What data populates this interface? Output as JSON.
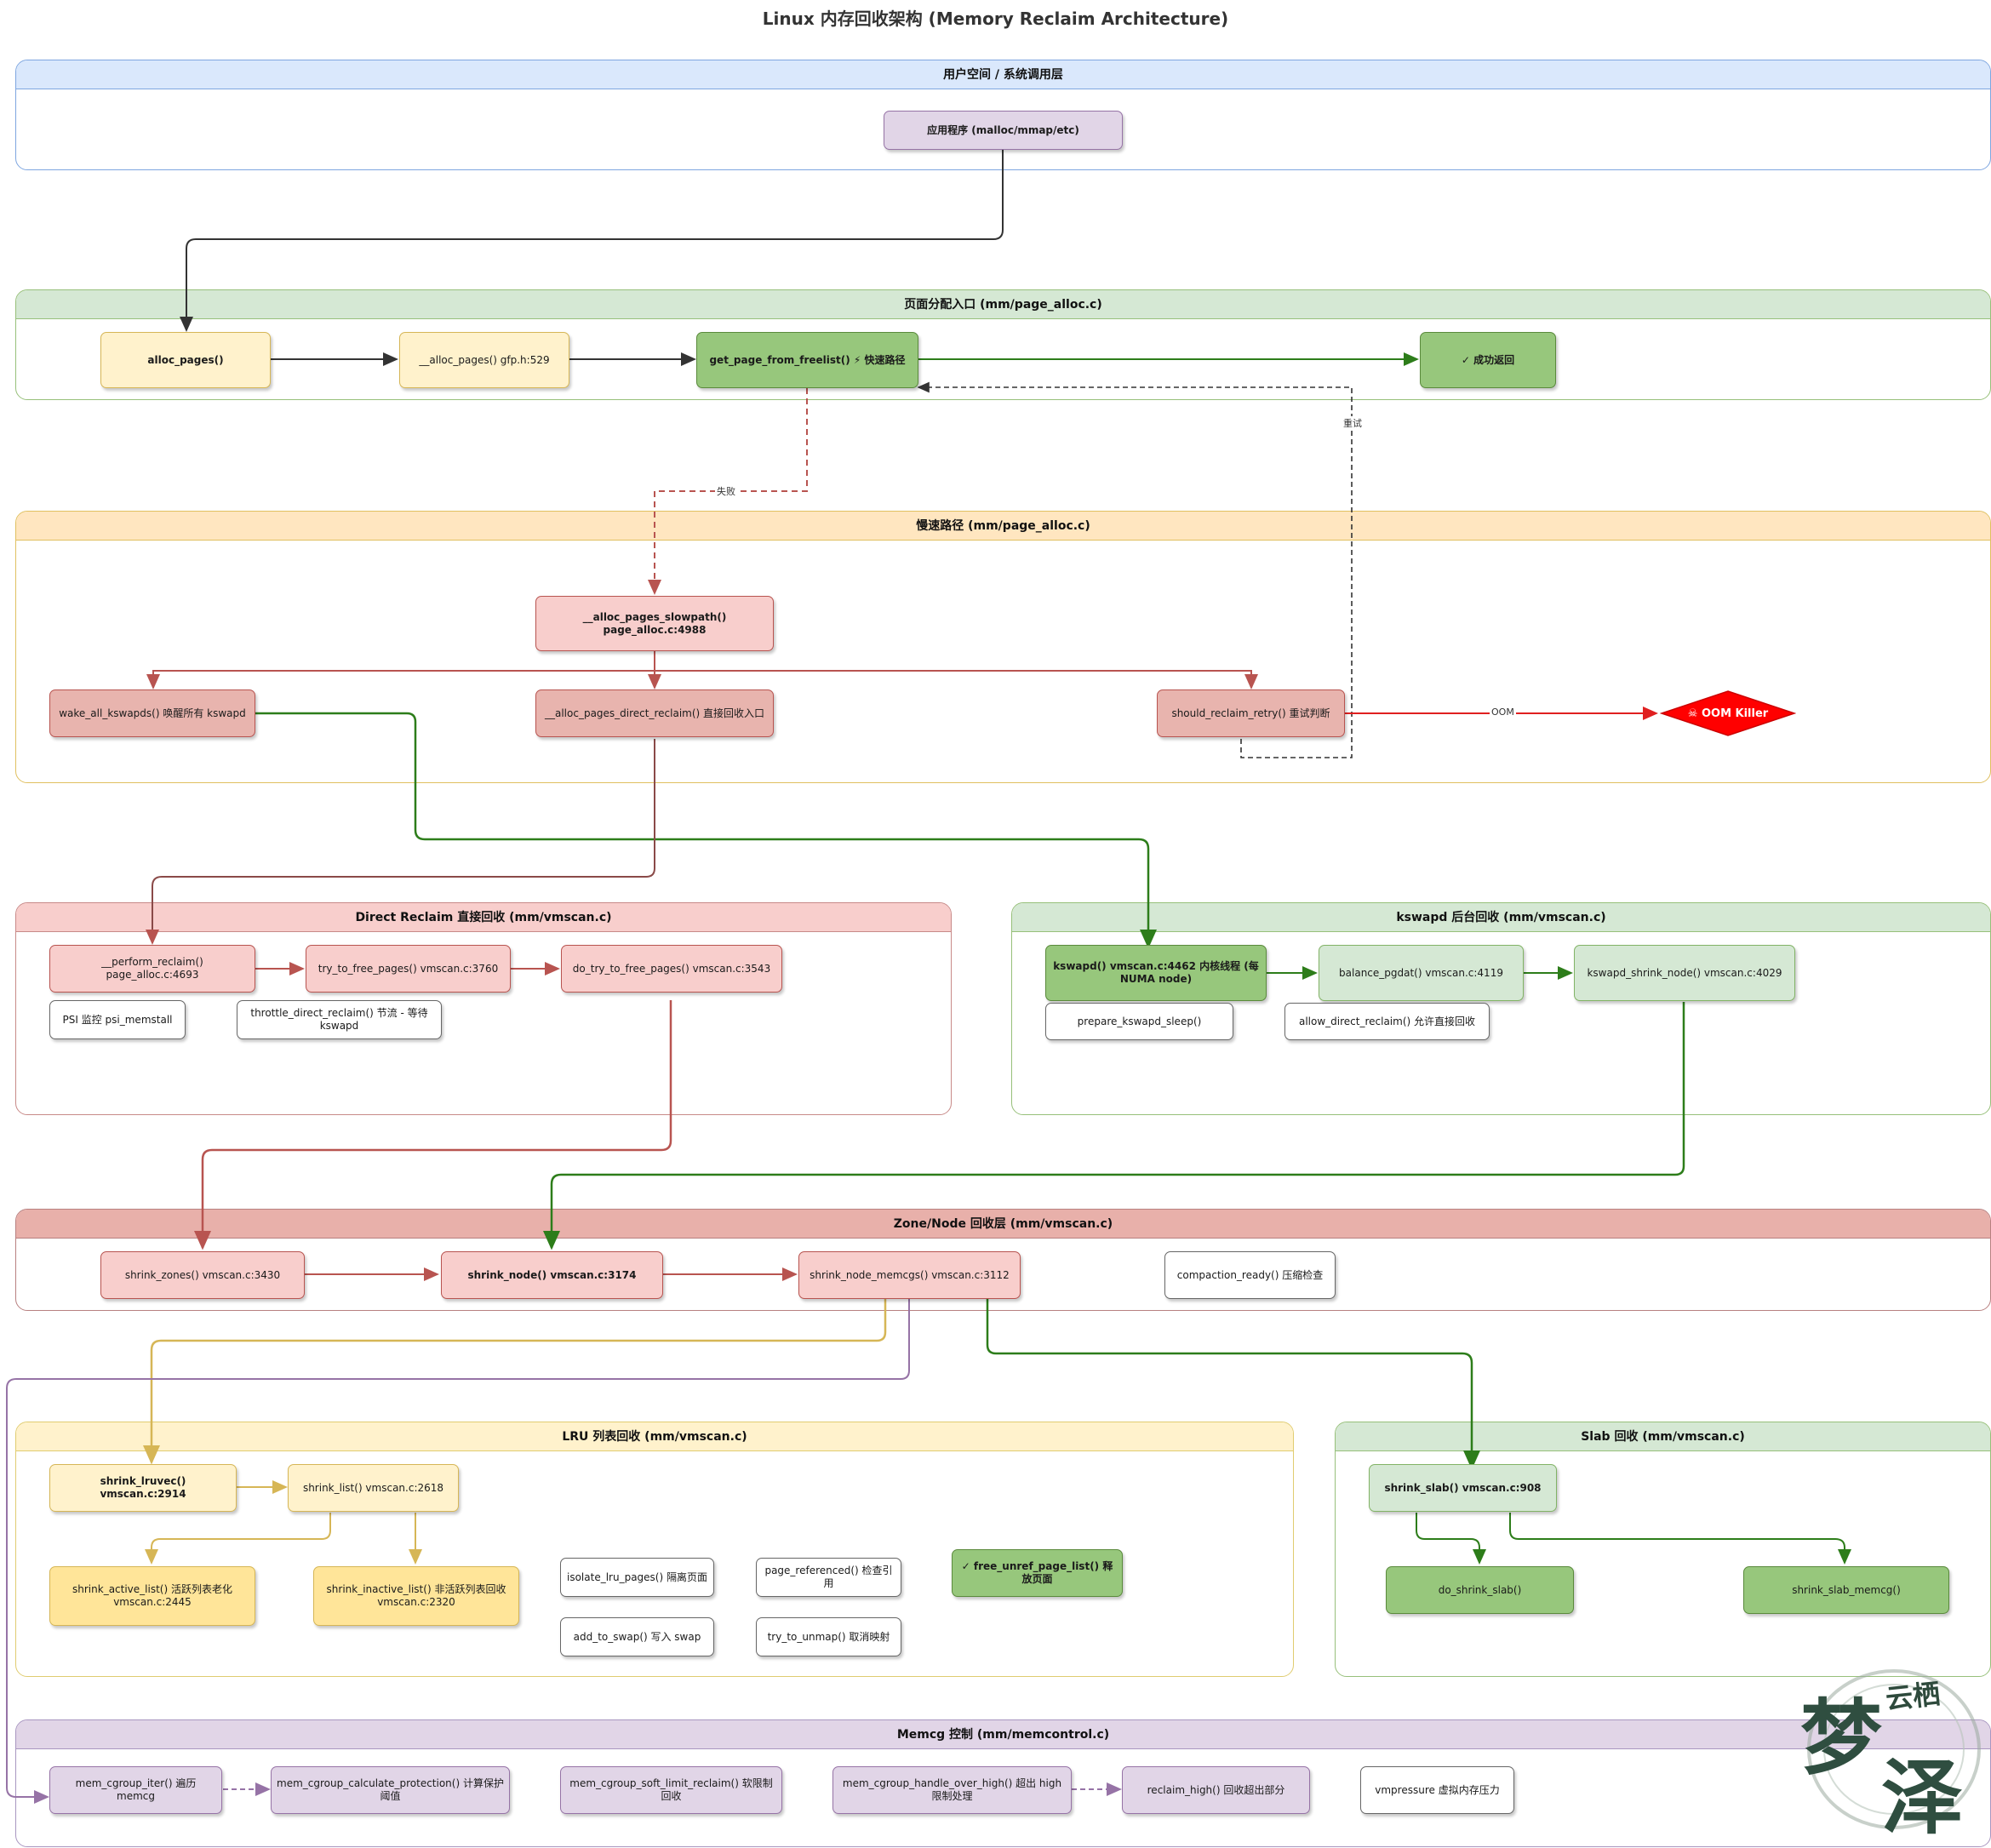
{
  "title": "Linux 内存回收架构 (Memory Reclaim Architecture)",
  "lanes": {
    "user": "用户空间 / 系统调用层",
    "alloc": "页面分配入口 (mm/page_alloc.c)",
    "slow": "慢速路径 (mm/page_alloc.c)",
    "direct": "Direct Reclaim 直接回收 (mm/vmscan.c)",
    "kswapd": "kswapd 后台回收 (mm/vmscan.c)",
    "zone": "Zone/Node 回收层 (mm/vmscan.c)",
    "lru": "LRU 列表回收 (mm/vmscan.c)",
    "slab": "Slab 回收 (mm/vmscan.c)",
    "memcg": "Memcg 控制 (mm/memcontrol.c)"
  },
  "nodes": {
    "app": "应用程序 (malloc/mmap/etc)",
    "alloc_pages": "alloc_pages()",
    "__alloc_pages": "__alloc_pages() gfp.h:529",
    "freelist": "get_page_from_freelist() ⚡ 快速路径",
    "success": "✓ 成功返回",
    "slowpath": "__alloc_pages_slowpath() page_alloc.c:4988",
    "wake_kswapd": "wake_all_kswapds() 唤醒所有 kswapd",
    "direct_reclaim": "__alloc_pages_direct_reclaim() 直接回收入口",
    "should_retry": "should_reclaim_retry() 重试判断",
    "oom": "☠ OOM Killer",
    "perform_reclaim": "__perform_reclaim() page_alloc.c:4693",
    "try_to_free": "try_to_free_pages() vmscan.c:3760",
    "do_try_to_free": "do_try_to_free_pages() vmscan.c:3543",
    "psi": "PSI 监控 psi_memstall",
    "throttle": "throttle_direct_reclaim() 节流 - 等待 kswapd",
    "kswapd_main": "kswapd() vmscan.c:4462 内核线程 (每 NUMA node)",
    "balance_pgdat": "balance_pgdat() vmscan.c:4119",
    "kswapd_shrink": "kswapd_shrink_node() vmscan.c:4029",
    "prepare_sleep": "prepare_kswapd_sleep()",
    "allow_direct": "allow_direct_reclaim() 允许直接回收",
    "shrink_zones": "shrink_zones() vmscan.c:3430",
    "shrink_node": "shrink_node() vmscan.c:3174",
    "shrink_node_memcgs": "shrink_node_memcgs() vmscan.c:3112",
    "compaction": "compaction_ready() 压缩检查",
    "shrink_lruvec": "shrink_lruvec() vmscan.c:2914",
    "shrink_list": "shrink_list() vmscan.c:2618",
    "shrink_active": "shrink_active_list() 活跃列表老化 vmscan.c:2445",
    "shrink_inactive": "shrink_inactive_list() 非活跃列表回收 vmscan.c:2320",
    "isolate": "isolate_lru_pages() 隔离页面",
    "page_referenced": "page_referenced() 检查引用",
    "free_unref": "✓ free_unref_page_list() 释放页面",
    "add_to_swap": "add_to_swap() 写入 swap",
    "try_to_unmap": "try_to_unmap() 取消映射",
    "shrink_slab": "shrink_slab() vmscan.c:908",
    "do_shrink_slab": "do_shrink_slab()",
    "shrink_slab_memcg": "shrink_slab_memcg()",
    "mem_cgroup_iter": "mem_cgroup_iter() 遍历 memcg",
    "calc_protection": "mem_cgroup_calculate_protection() 计算保护阈值",
    "soft_limit": "mem_cgroup_soft_limit_reclaim() 软限制回收",
    "handle_over_high": "mem_cgroup_handle_over_high() 超出 high 限制处理",
    "reclaim_high": "reclaim_high() 回收超出部分",
    "vmpressure": "vmpressure 虚拟内存压力"
  },
  "edge_labels": {
    "fail": "失败",
    "retry": "重试",
    "oom": "OOM"
  },
  "watermark": {
    "main": "梦泽",
    "small": "云栖"
  },
  "colors": {
    "edge_dark": "#333333",
    "edge_green": "#2d7d1a",
    "edge_red": "#b85450",
    "edge_yellow": "#d6b656",
    "edge_purple": "#9673a6",
    "oom_red": "#ff0000"
  }
}
